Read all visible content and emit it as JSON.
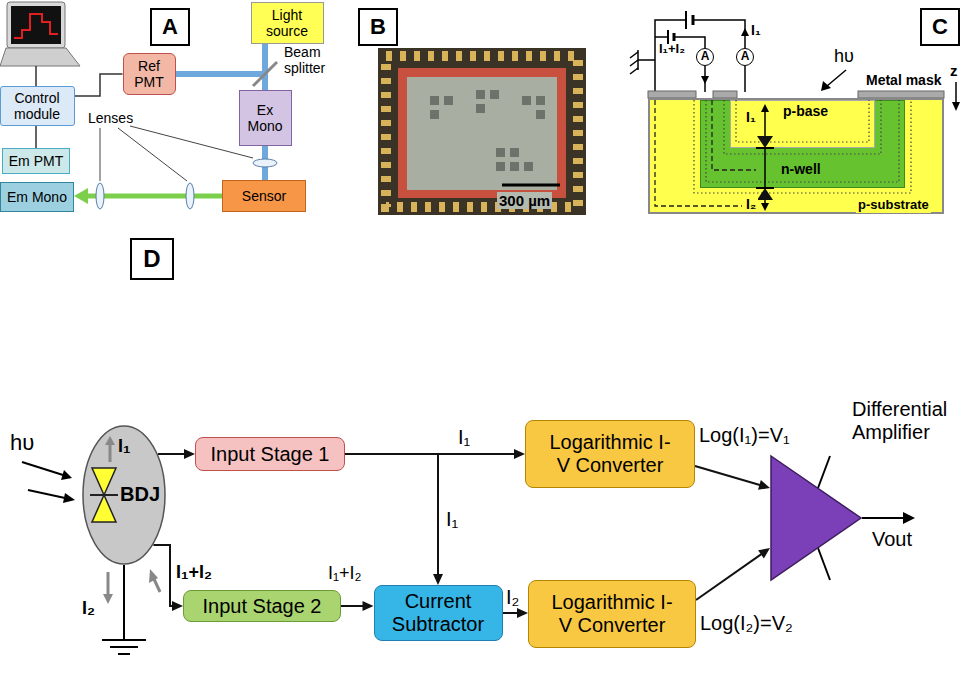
{
  "diagram": {
    "nodes": [
      {
        "text": [
          "A"
        ]
      },
      {
        "text": [
          "Control module"
        ]
      },
      {
        "text": [
          "Ref PMT"
        ]
      },
      {
        "text": [
          "Light source"
        ]
      },
      {
        "text": [
          "Ex Mono"
        ]
      },
      {
        "text": [
          "Em PMT"
        ]
      },
      {
        "text": [
          "Em Mono"
        ]
      },
      {
        "text": [
          "Sensor"
        ]
      },
      {
        "text": [
          "B"
        ]
      },
      {
        "text": [
          "C"
        ]
      },
      {
        "text": [
          "A"
        ]
      },
      {
        "text": [
          "A"
        ]
      },
      {
        "text": [
          "p-substrate"
        ]
      },
      {
        "text": [
          "n-well"
        ],
        "in": 12
      },
      {
        "text": [
          "p-base"
        ],
        "in": 13
      },
      {
        "text": [
          "D"
        ]
      },
      {
        "text": [
          "BDJ"
        ]
      },
      {
        "text": [
          "Input Stage 1"
        ]
      },
      {
        "text": [
          "Logarithmic I-V Converter"
        ]
      },
      {
        "text": [
          "Input Stage 2"
        ]
      },
      {
        "text": [
          "Current Subtractor"
        ]
      },
      {
        "text": [
          "Logarithmic I-V Converter"
        ]
      },
      {
        "text": [
          "Differential Amplifier"
        ]
      }
    ],
    "edges": [
      {
        "from": 1,
        "to": 2,
        "arrow": "none"
      },
      {
        "from": 5,
        "to": 1,
        "arrow": "none"
      },
      {
        "from": 3,
        "to": 2,
        "arrow": "none"
      },
      {
        "from": 3,
        "to": 4,
        "arrow": "none"
      },
      {
        "from": 4,
        "to": 7,
        "arrow": "none"
      },
      {
        "from": 7,
        "to": 6,
        "arrow": "to"
      },
      {
        "from": 16,
        "to": 17,
        "arrow": "to"
      },
      {
        "from": 17,
        "to": 18,
        "arrow": "to",
        "label": "I₁"
      },
      {
        "from": 17,
        "to": 20,
        "arrow": "to",
        "label": "I₁"
      },
      {
        "from": 16,
        "to": 19,
        "arrow": "to"
      },
      {
        "from": 19,
        "to": 20,
        "arrow": "to",
        "label": "I₁+I₂"
      },
      {
        "from": 20,
        "to": 21,
        "arrow": "to",
        "label": "I₂"
      },
      {
        "from": 18,
        "to": 22,
        "arrow": "to",
        "label": "Log(I₁)=V₁"
      },
      {
        "from": 21,
        "to": 22,
        "arrow": "to",
        "label": "Log(I₂)=V₂"
      }
    ],
    "labels": [
      "Beam splitter",
      "Lenses",
      "300 µm",
      "I₁",
      "I₁+I₂",
      "hυ",
      "Metal mask",
      "I₁",
      "I₂",
      "z",
      "hυ",
      "I₁",
      "I₁+I₂",
      "I₂",
      "Vout"
    ]
  }
}
